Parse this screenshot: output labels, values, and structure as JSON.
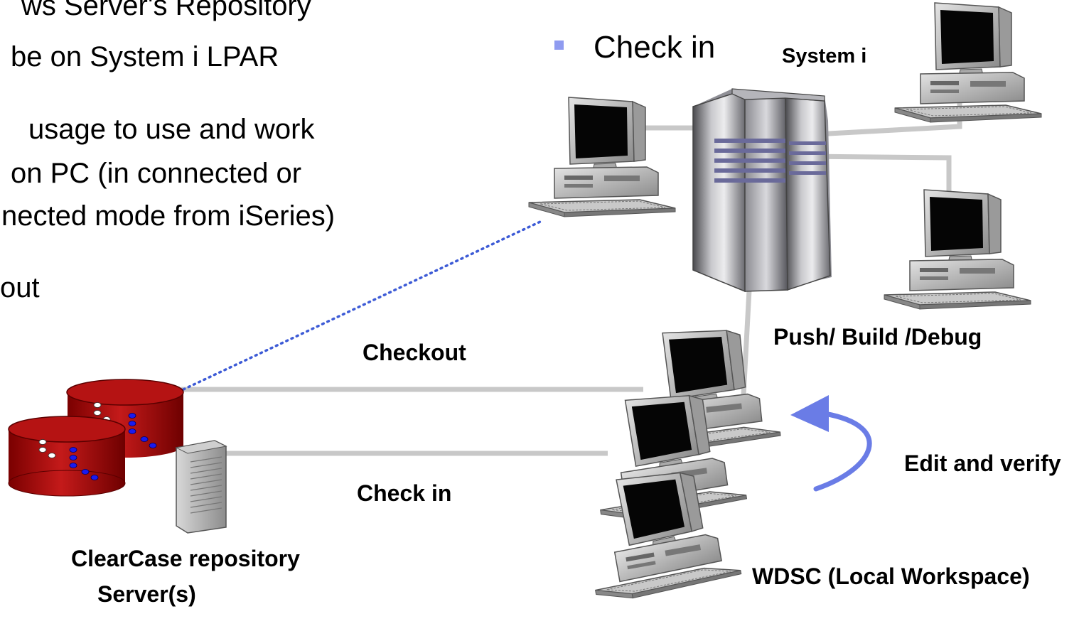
{
  "bullets": {
    "line1": "ws Server's Repository",
    "line2": "be on System i LPAR",
    "line3": "usage to use and work",
    "line4": "on PC (in connected or",
    "line5": "nected mode from iSeries)",
    "line6": "out"
  },
  "right_bullet": "Check in",
  "labels": {
    "system_i": "System i",
    "push_build_debug": "Push/ Build /Debug",
    "checkout": "Checkout",
    "check_in": "Check in",
    "edit_verify": "Edit and verify",
    "clearcase_line1": "ClearCase repository",
    "clearcase_line2": "Server(s)",
    "wdsc": "WDSC (Local Workspace)"
  },
  "icons": {
    "bullet": "square-bullet-icon",
    "pc": "desktop-computer-icon",
    "server": "server-tower-icon",
    "database": "database-cylinder-icon",
    "arrow": "curved-arrow-icon"
  },
  "colors": {
    "bullet": "#8f9bf0",
    "connector": "#c8c8c8",
    "dotted_link": "#3d5bd6",
    "database_red": "#a80000",
    "arrow_blue": "#6a7ce6",
    "server_stripe": "#6a6a9a"
  }
}
